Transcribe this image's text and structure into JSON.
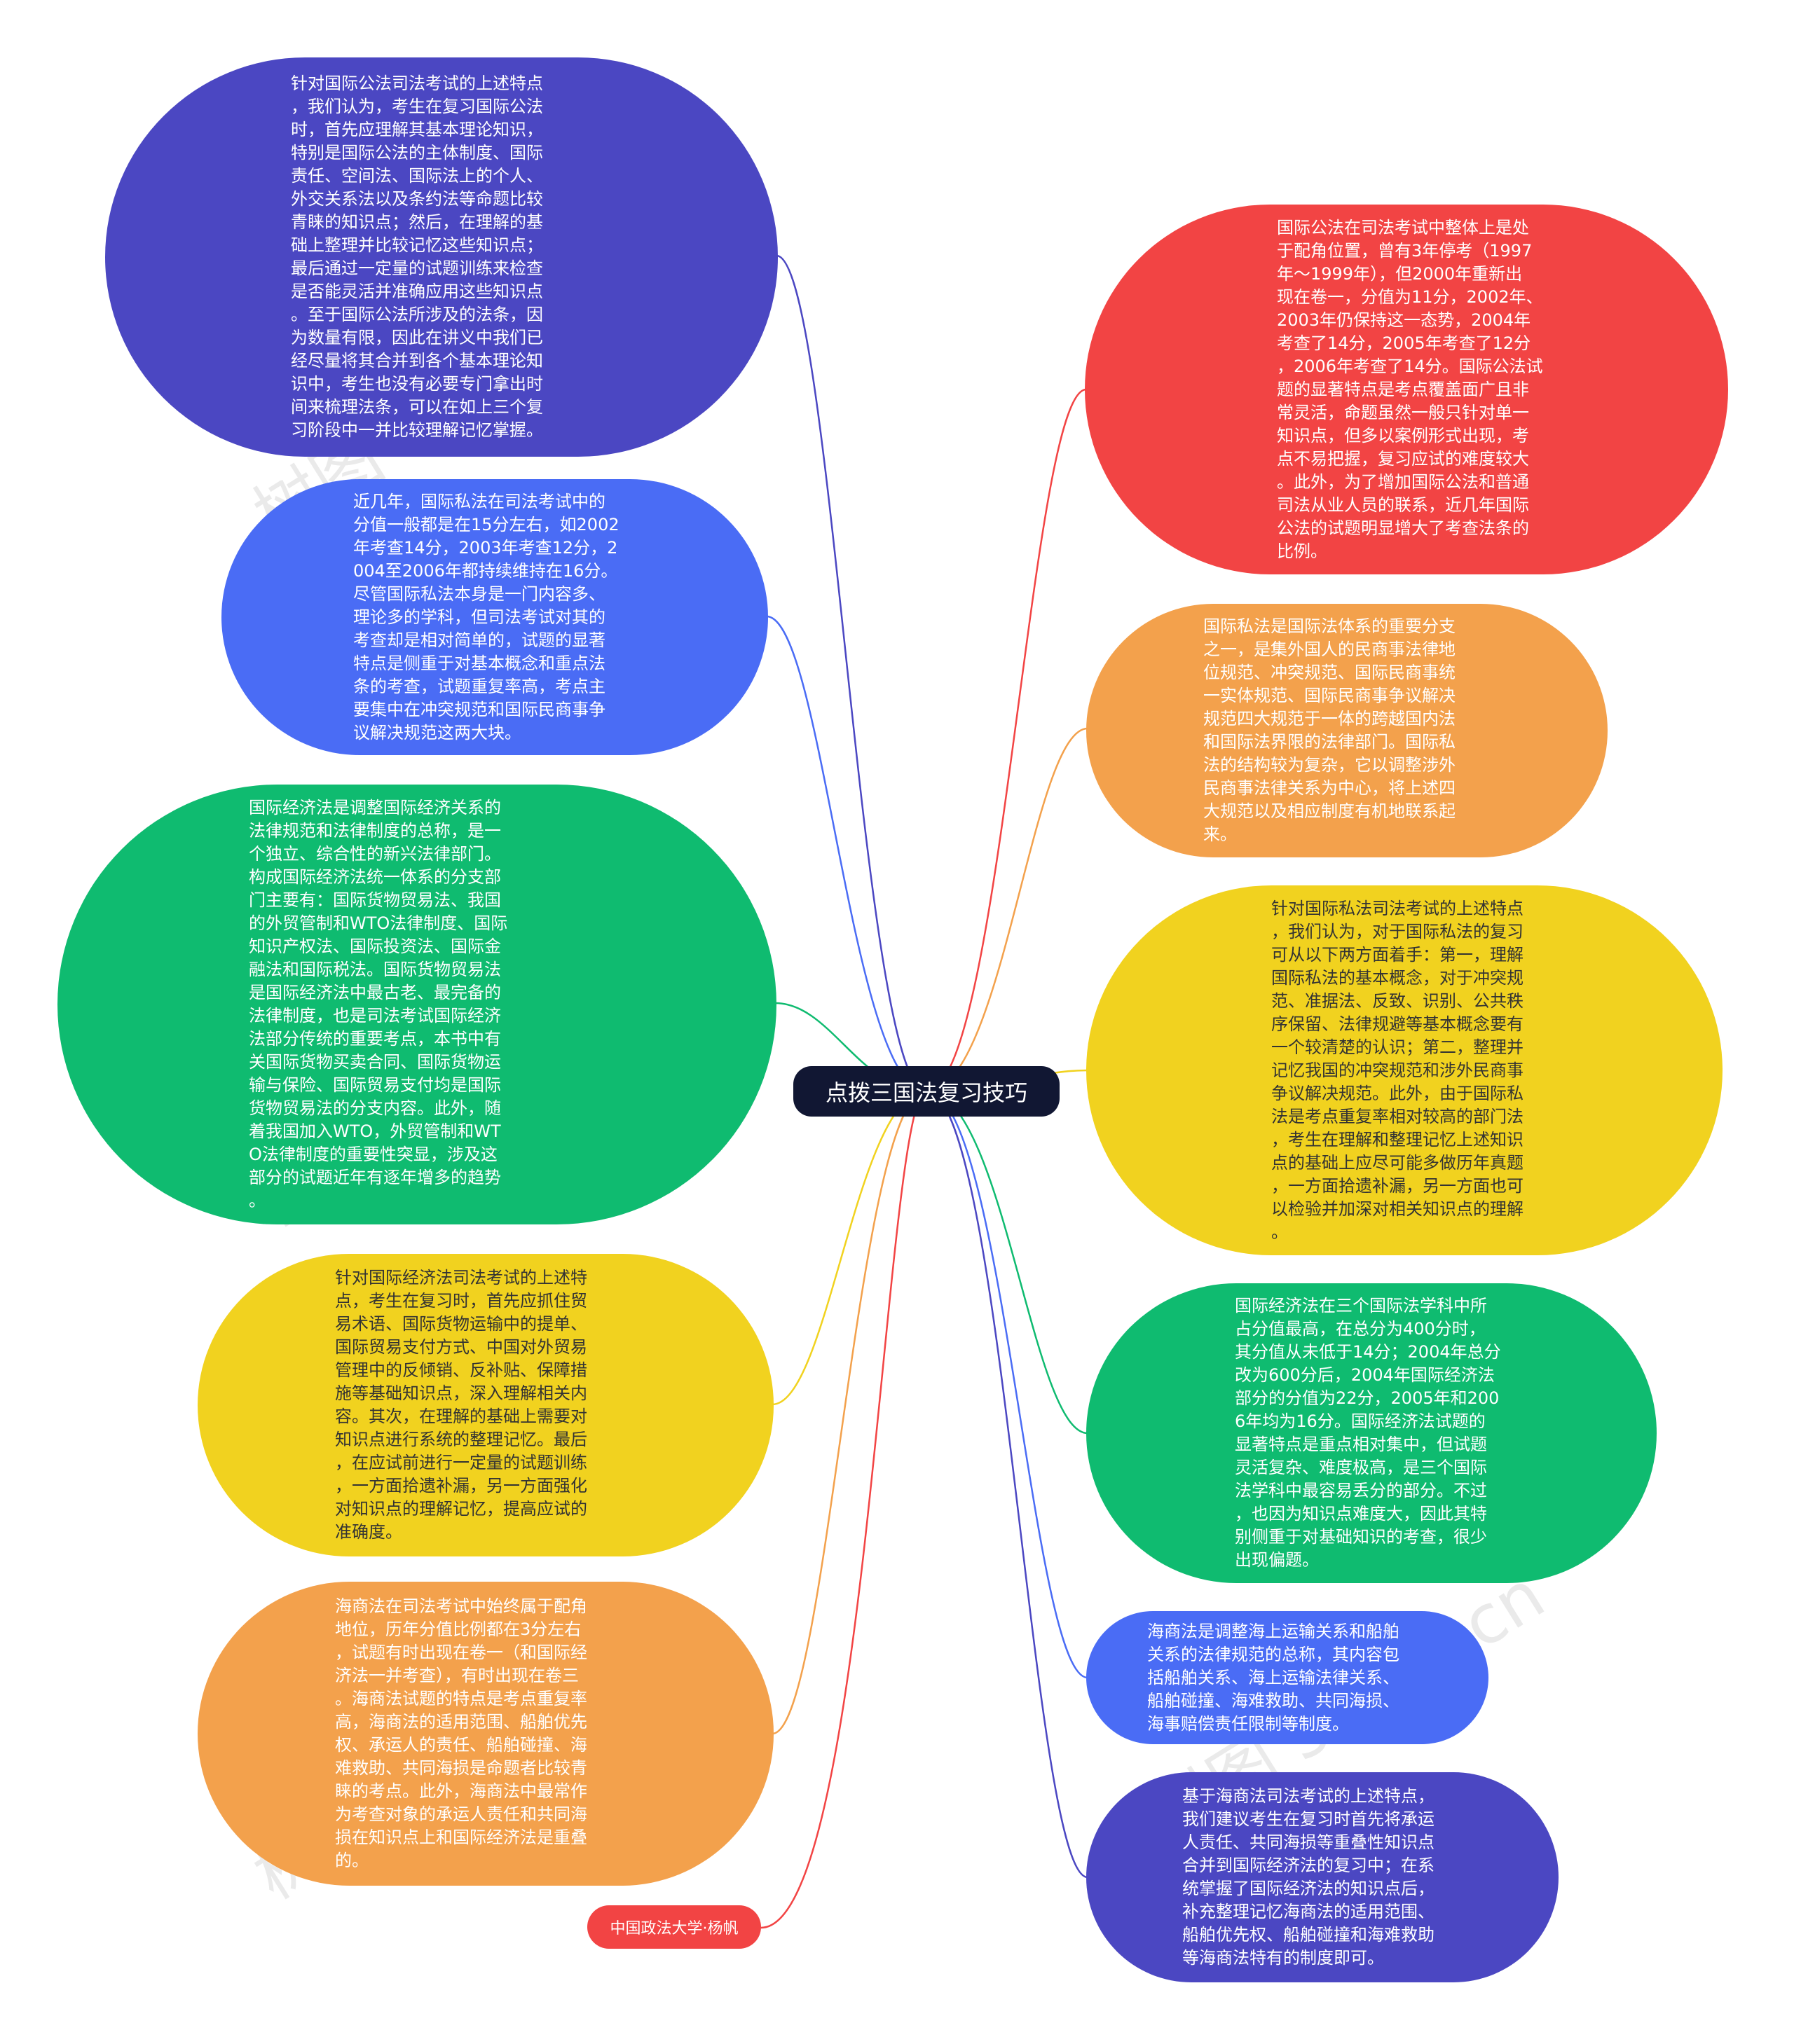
{
  "center": {
    "label": "点拨三国法复习技巧"
  },
  "tag": {
    "label": "中国政法大学·杨帆"
  },
  "watermark": {
    "text": "树图 shutu.cn"
  },
  "colors": {
    "indigo": "#4b47c2",
    "blue": "#4a6cf5",
    "green": "#0fbb70",
    "yellow": "#f1d21f",
    "orange": "#f3a14c",
    "red": "#f24444",
    "center_bg": "#111733"
  },
  "nodes": [
    {
      "id": "L1",
      "color": "indigo",
      "text": "针对国际公法司法考试的上述特点\n，我们认为，考生在复习国际公法\n时，首先应理解其基本理论知识，\n特别是国际公法的主体制度、国际\n责任、空间法、国际法上的个人、\n外交关系法以及条约法等命题比较\n青睐的知识点；然后，在理解的基\n础上整理并比较记忆这些知识点；\n最后通过一定量的试题训练来检查\n是否能灵活并准确应用这些知识点\n。至于国际公法所涉及的法条，因\n为数量有限，因此在讲义中我们已\n经尽量将其合并到各个基本理论知\n识中，考生也没有必要专门拿出时\n间来梳理法条，可以在如上三个复\n习阶段中一并比较理解记忆掌握。"
    },
    {
      "id": "L2",
      "color": "blue",
      "text": "近几年，国际私法在司法考试中的\n分值一般都是在15分左右，如2002\n年考查14分，2003年考查12分，2\n004至2006年都持续维持在16分。\n尽管国际私法本身是一门内容多、\n理论多的学科，但司法考试对其的\n考查却是相对简单的，试题的显著\n特点是侧重于对基本概念和重点法\n条的考查，试题重复率高，考点主\n要集中在冲突规范和国际民商事争\n议解决规范这两大块。"
    },
    {
      "id": "L3",
      "color": "green",
      "text": "国际经济法是调整国际经济关系的\n法律规范和法律制度的总称，是一\n个独立、综合性的新兴法律部门。\n构成国际经济法统一体系的分支部\n门主要有：国际货物贸易法、我国\n的外贸管制和WTO法律制度、国际\n知识产权法、国际投资法、国际金\n融法和国际税法。国际货物贸易法\n是国际经济法中最古老、最完备的\n法律制度，也是司法考试国际经济\n法部分传统的重要考点，本书中有\n关国际货物买卖合同、国际货物运\n输与保险、国际贸易支付均是国际\n货物贸易法的分支内容。此外，随\n着我国加入WTO，外贸管制和WT\nO法律制度的重要性突显，涉及这\n部分的试题近年有逐年增多的趋势\n。"
    },
    {
      "id": "L4",
      "color": "yellow",
      "text": "针对国际经济法司法考试的上述特\n点，考生在复习时，首先应抓住贸\n易术语、国际货物运输中的提单、\n国际贸易支付方式、中国对外贸易\n管理中的反倾销、反补贴、保障措\n施等基础知识点，深入理解相关内\n容。其次，在理解的基础上需要对\n知识点进行系统的整理记忆。最后\n，在应试前进行一定量的试题训练\n，一方面拾遗补漏，另一方面强化\n对知识点的理解记忆，提高应试的\n准确度。"
    },
    {
      "id": "L5",
      "color": "orange",
      "text": "海商法在司法考试中始终属于配角\n地位，历年分值比例都在3分左右\n，试题有时出现在卷一（和国际经\n济法一并考查），有时出现在卷三\n。海商法试题的特点是考点重复率\n高，海商法的适用范围、船舶优先\n权、承运人的责任、船舶碰撞、海\n难救助、共同海损是命题者比较青\n睐的考点。此外，海商法中最常作\n为考查对象的承运人责任和共同海\n损在知识点上和国际经济法是重叠\n的。"
    },
    {
      "id": "R1",
      "color": "red",
      "text": "国际公法在司法考试中整体上是处\n于配角位置，曾有3年停考（1997\n年～1999年），但2000年重新出\n现在卷一，分值为11分，2002年、\n2003年仍保持这一态势，2004年\n考查了14分，2005年考查了12分\n，2006年考查了14分。国际公法试\n题的显著特点是考点覆盖面广且非\n常灵活，命题虽然一般只针对单一\n知识点，但多以案例形式出现，考\n点不易把握，复习应试的难度较大\n。此外，为了增加国际公法和普通\n司法从业人员的联系，近几年国际\n公法的试题明显增大了考查法条的\n比例。"
    },
    {
      "id": "R2",
      "color": "orange",
      "text": "国际私法是国际法体系的重要分支\n之一，是集外国人的民商事法律地\n位规范、冲突规范、国际民商事统\n一实体规范、国际民商事争议解决\n规范四大规范于一体的跨越国内法\n和国际法界限的法律部门。国际私\n法的结构较为复杂，它以调整涉外\n民商事法律关系为中心，将上述四\n大规范以及相应制度有机地联系起\n来。"
    },
    {
      "id": "R3",
      "color": "yellow",
      "text": "针对国际私法司法考试的上述特点\n，我们认为，对于国际私法的复习\n可从以下两方面着手：第一，理解\n国际私法的基本概念，对于冲突规\n范、准据法、反致、识别、公共秩\n序保留、法律规避等基本概念要有\n一个较清楚的认识；第二，整理并\n记忆我国的冲突规范和涉外民商事\n争议解决规范。此外，由于国际私\n法是考点重复率相对较高的部门法\n，考生在理解和整理记忆上述知识\n点的基础上应尽可能多做历年真题\n，一方面拾遗补漏，另一方面也可\n以检验并加深对相关知识点的理解\n。"
    },
    {
      "id": "R4",
      "color": "green",
      "text": "国际经济法在三个国际法学科中所\n占分值最高，在总分为400分时，\n其分值从未低于14分；2004年总分\n改为600分后，2004年国际经济法\n部分的分值为22分，2005年和200\n6年均为16分。国际经济法试题的\n显著特点是重点相对集中，但试题\n灵活复杂、难度极高，是三个国际\n法学科中最容易丢分的部分。不过\n，也因为知识点难度大，因此其特\n别侧重于对基础知识的考查，很少\n出现偏题。"
    },
    {
      "id": "R5",
      "color": "blue",
      "text": "海商法是调整海上运输关系和船舶\n关系的法律规范的总称，其内容包\n括船舶关系、海上运输法律关系、\n船舶碰撞、海难救助、共同海损、\n海事赔偿责任限制等制度。"
    },
    {
      "id": "R6",
      "color": "indigo",
      "text": "基于海商法司法考试的上述特点，\n我们建议考生在复习时首先将承运\n人责任、共同海损等重叠性知识点\n合并到国际经济法的复习中；在系\n统掌握了国际经济法的知识点后，\n补充整理记忆海商法的适用范围、\n船舶优先权、船舶碰撞和海难救助\n等海商法特有的制度即可。"
    }
  ]
}
